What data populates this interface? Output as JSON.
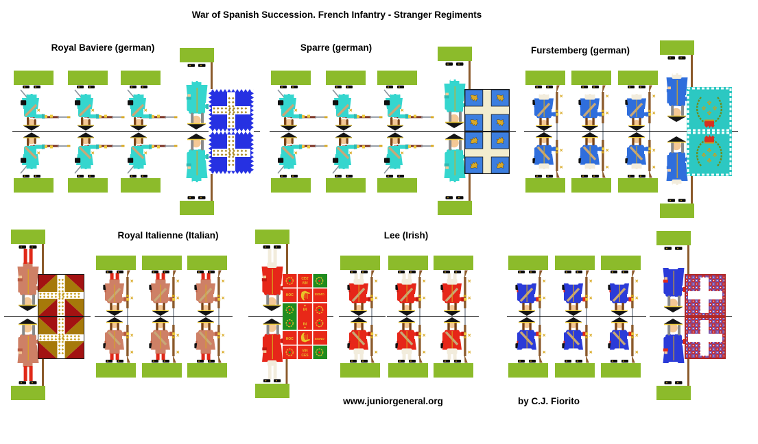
{
  "title": "War of Spanish Succession. French Infantry - Stranger Regiments",
  "footer": {
    "site": "www.juniorgeneral.org",
    "credit": "by C.J. Fiorito"
  },
  "palette": {
    "base_green": "#8CBB2B",
    "skin": "#F4C896",
    "hair": "#7A4418",
    "wig": "#8A8A8A",
    "hat": "#141414",
    "hat_trim": "#E8C83A",
    "musket_wood": "#8B5A2B",
    "musket_dark_wood": "#7A3222",
    "steel": "#8A929C",
    "gold": "#D8A820",
    "strap": "#C8A878",
    "glove": "#ECC83C",
    "shoe": "#0A0A0A",
    "white": "#FFFFFF",
    "fold_line": "#000000"
  },
  "regiments": [
    {
      "label": "Royal Baviere (german)",
      "pose": "firing",
      "uniform": {
        "coat": "#35D6CE",
        "breeches": "#35D6CE",
        "stockings": "#FFFFFF",
        "cuffs": "#2FB8B2"
      },
      "flag": {
        "type": "zigzag-cross",
        "field": "#2631E2",
        "cross": "#FFFFFF",
        "device": "#A8861E",
        "border": "#FFFFFF"
      }
    },
    {
      "label": "Sparre (german)",
      "pose": "firing",
      "uniform": {
        "coat": "#35D6CE",
        "breeches": "#35D6CE",
        "stockings": "#FFFFFF",
        "cuffs": "#2FB8B2"
      },
      "flag": {
        "type": "quartered-lions",
        "field": "#F2EDCF",
        "quarter": "#3C7EDF",
        "device": "#D8A828"
      }
    },
    {
      "label": "Furstemberg (german)",
      "pose": "standing",
      "uniform": {
        "coat": "#2F6EDC",
        "breeches": "#F2ECDC",
        "stockings": "#FFFFFF",
        "cuffs": "#2F6EDC"
      },
      "flag": {
        "type": "wreath",
        "field": "#2CC8C2",
        "border": "#FFFFFF",
        "wreath": "#6E8E1E",
        "device": "#C8A020",
        "crown": "#D83020"
      }
    },
    {
      "label": "Royal Italienne (Italian)",
      "pose": "standing",
      "uniform": {
        "coat": "#CE8066",
        "breeches": "#CE8066",
        "stockings": "#E02818",
        "cuffs": "#B85C44"
      },
      "flag": {
        "type": "gyronny-cross",
        "red": "#A31212",
        "gold": "#A6790A",
        "cross": "#FFFFFF",
        "device": "#C8A020"
      }
    },
    {
      "label": "Lee (Irish)",
      "pose": "standing",
      "uniform": {
        "coat": "#E62619",
        "breeches": "#F2ECDC",
        "stockings": "#F2ECDC",
        "cuffs": "#C01810"
      },
      "flag": {
        "type": "motto-cross",
        "red": "#E82818",
        "green": "#1F8C1F",
        "device": "#E8C22A",
        "texts": [
          "IN",
          "HOC",
          "SIGNO",
          "VIN",
          "CES"
        ]
      }
    },
    {
      "pose": "standing",
      "uniform": {
        "coat": "#2B3BD8",
        "breeches": "#FFFFFF",
        "stockings": "#FFFFFF",
        "cuffs": "#E02818"
      },
      "flag": {
        "type": "checkered-cross",
        "check_a": "#7850A8",
        "check_b": "#C03038",
        "cross": "#FFFFFF",
        "border": "#B02828"
      }
    }
  ]
}
